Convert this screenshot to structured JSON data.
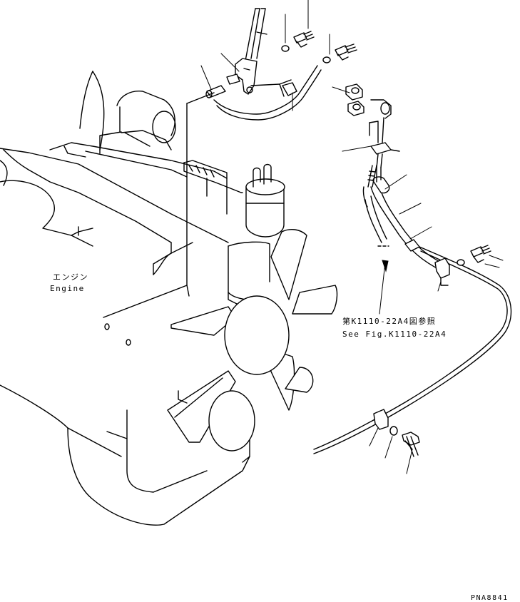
{
  "labels": {
    "engine_jp": "エンジン",
    "engine_en": "Engine",
    "ref_jp": "第K1110-22A4図参照",
    "ref_en": "See Fig.K1110-22A4",
    "drawing_no": "PNA8841"
  }
}
